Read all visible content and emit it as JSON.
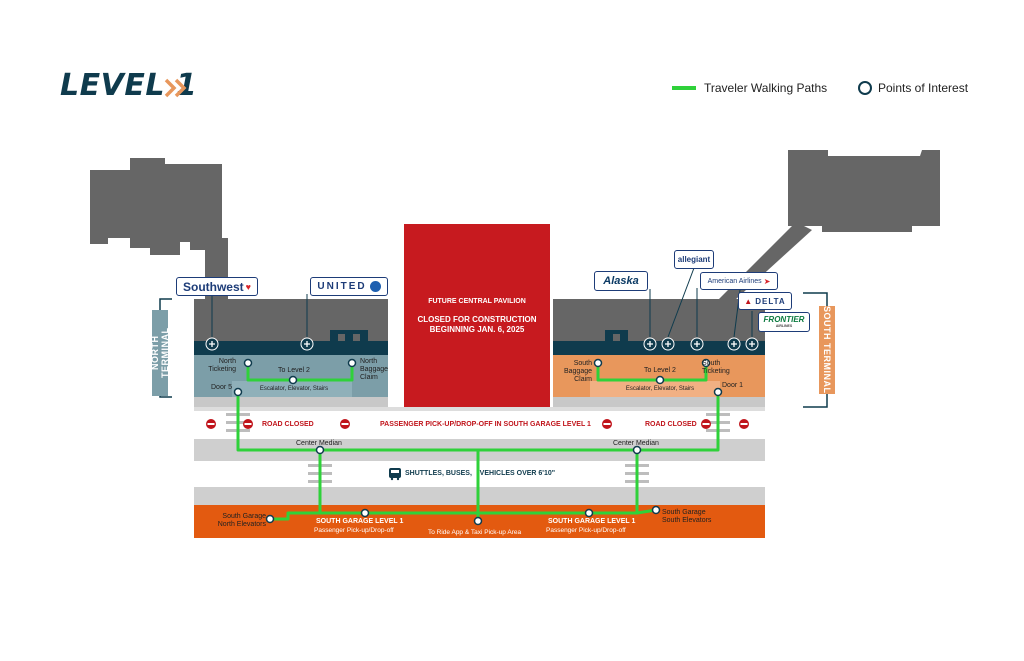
{
  "title": "LEVEL 1",
  "legend": {
    "walking_paths": "Traveler Walking Paths",
    "points_of_interest": "Points of Interest"
  },
  "colors": {
    "walking_path": "#2fd13a",
    "road_closed_red": "#c0141b",
    "garage_orange": "#e35a10",
    "north_terminal": "#7c9ea8",
    "south_terminal": "#e8975c",
    "pavilion_red": "#c71a1f",
    "building_gray": "#666666",
    "title_navy": "#0f3b4d",
    "accent_orange": "#e8975c"
  },
  "terminals": {
    "north": "NORTH TERMINAL",
    "south": "SOUTH TERMINAL"
  },
  "pavilion": {
    "line1": "FUTURE CENTRAL PAVILION",
    "line2": "CLOSED FOR CONSTRUCTION",
    "line3": "BEGINNING JAN. 6, 2025"
  },
  "airlines": {
    "southwest": "Southwest",
    "united": "UNITED",
    "allegiant": "allegiant",
    "alaska": "Alaska",
    "american": "American Airlines",
    "delta": "DELTA",
    "frontier": "FRONTIER",
    "frontier_sub": "AIRLINES"
  },
  "north_labels": {
    "ticketing": "North\nTicketing",
    "to_level2": "To Level 2",
    "baggage": "North\nBaggage\nClaim",
    "door": "Door 5",
    "escalator": "Escalator, Elevator, Stairs"
  },
  "south_labels": {
    "baggage": "South\nBaggage\nClaim",
    "to_level2": "To Level 2",
    "ticketing": "South\nTicketing",
    "door": "Door 1",
    "escalator": "Escalator, Elevator, Stairs"
  },
  "roads": {
    "road_closed_left": "ROAD CLOSED",
    "passenger_pickup": "PASSENGER PICK-UP/DROP-OFF IN SOUTH GARAGE LEVEL 1",
    "road_closed_right": "ROAD CLOSED",
    "center_median_left": "Center Median",
    "center_median_right": "Center Median",
    "shuttles": "SHUTTLES, BUSES,    VEHICLES OVER 6'10\""
  },
  "garage": {
    "north_elevators": "South Garage\nNorth Elevators",
    "level1_left": "SOUTH GARAGE LEVEL 1",
    "pickup_left": "Passenger Pick-up/Drop-off",
    "rideapp": "To Ride App & Taxi Pick-up Area",
    "level1_right": "SOUTH GARAGE LEVEL 1",
    "pickup_right": "Passenger Pick-up/Drop-off",
    "south_elevators": "South Garage\nSouth Elevators"
  }
}
